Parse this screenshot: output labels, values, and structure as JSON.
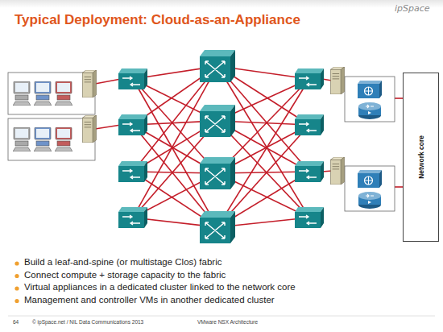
{
  "diagram": {
    "title": "Typical Deployment: Cloud-as-an-Appliance",
    "nodes": [
      {
        "text": [
          "Network core"
        ]
      }
    ],
    "labels": [
      "ipSpace",
      "Build a leaf-and-spine (or multistage Clos) fabric",
      "Connect compute + storage capacity to the fabric",
      "Virtual appliances in a dedicated cluster linked to the network core",
      "Management and controller VMs in another dedicated cluster",
      "64",
      "© ipSpace.net / NIL Data Communications 2013",
      "VMware NSX Architecture"
    ]
  }
}
